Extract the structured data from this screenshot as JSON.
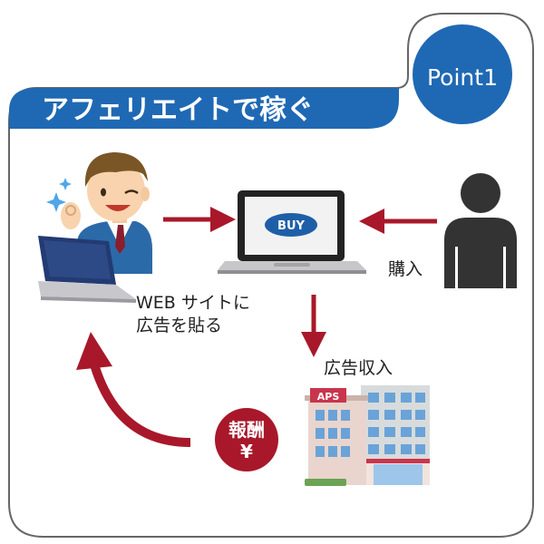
{
  "title": "アフェリエイトで稼ぐ",
  "badge": "Point1",
  "laptop_button": "BUY",
  "building_sign": "APS",
  "labels": {
    "post_ads_line1": "WEB サイトに",
    "post_ads_line2": "広告を貼る",
    "purchase": "購入",
    "ad_income": "広告収入"
  },
  "reward": {
    "line1": "報酬",
    "line2": "¥"
  },
  "colors": {
    "brand_blue": "#1f69b4",
    "arrow_red": "#a8182a",
    "frame_gray": "#666666",
    "person_dark": "#333333"
  }
}
